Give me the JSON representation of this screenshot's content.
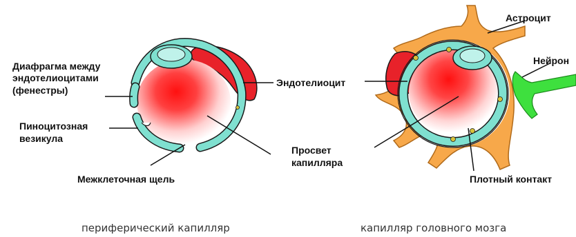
{
  "peripheral": {
    "caption": "периферический капилляр",
    "labels": {
      "diaphragm_l1": "Диафрагма между",
      "diaphragm_l2": "эндотелиоцитами",
      "diaphragm_l3": "(фенестры)",
      "pinocytic_l1": "Пиноцитозная",
      "pinocytic_l2": "везикула",
      "cleft": "Межклеточная щель",
      "endothelium": "Эндотелиоцит",
      "lumen_l1": "Просвет",
      "lumen_l2": "капилляра"
    }
  },
  "brain": {
    "caption": "капилляр головного мозга",
    "labels": {
      "astrocyte": "Астроцит",
      "neuron": "Нейрон",
      "tight_junction": "Плотный контакт"
    }
  },
  "colors": {
    "endothelium": "#7fe0d0",
    "outline": "#1a1a1a",
    "red_cell": "#e8222a",
    "lumen_red": "#ff1a1a",
    "astrocyte": "#f7a84a",
    "neuron": "#3ee03e",
    "granule": "#d8c23a"
  }
}
